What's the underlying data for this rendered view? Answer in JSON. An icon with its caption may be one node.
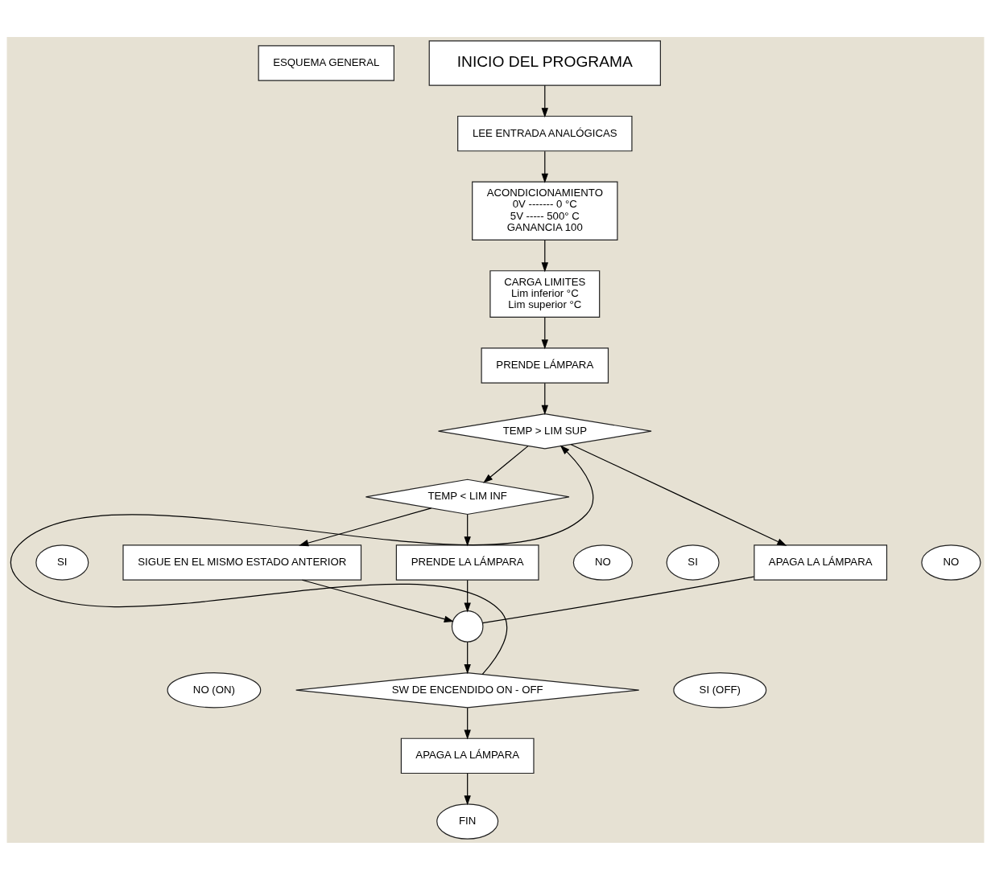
{
  "diagram": {
    "nodes": [
      {
        "text": [
          "INICIO DEL PROGRAMA"
        ]
      },
      {
        "text": [
          "ESQUEMA GENERAL"
        ]
      },
      {
        "text": [
          "LEE ENTRADA ANALÓGICAS"
        ]
      },
      {
        "text": [
          "ACONDICIONAMIENTO",
          "0V ------- 0 °C",
          "5V ----- 500° C",
          "GANANCIA 100"
        ]
      },
      {
        "text": [
          "CARGA LIMITES",
          "Lim inferior °C",
          "Lim superior °C"
        ]
      },
      {
        "text": [
          "PRENDE LÁMPARA"
        ]
      },
      {
        "text": [
          "TEMP > LIM SUP"
        ]
      },
      {
        "text": [
          "SI"
        ]
      },
      {
        "text": [
          "NO"
        ]
      },
      {
        "text": [
          "APAGA LA LÁMPARA"
        ]
      },
      {
        "text": [
          "TEMP < LIM INF"
        ]
      },
      {
        "text": [
          "SI"
        ]
      },
      {
        "text": [
          "NO"
        ]
      },
      {
        "text": [
          "SIGUE EN EL MISMO ESTADO ANTERIOR"
        ]
      },
      {
        "text": [
          "PRENDE LA LÁMPARA"
        ]
      },
      {
        "text": [],
        "shape": "circle"
      },
      {
        "text": [
          "NO (ON)"
        ]
      },
      {
        "text": [
          "SI (OFF)"
        ]
      },
      {
        "text": [
          "SW DE ENCENDIDO ON - OFF"
        ]
      },
      {
        "text": [
          "APAGA LA LÁMPARA"
        ]
      },
      {
        "text": [
          "FIN"
        ]
      }
    ],
    "edges": [
      {
        "from": 0,
        "to": 2,
        "arrow": "to"
      },
      {
        "from": 2,
        "to": 3,
        "arrow": "to"
      },
      {
        "from": 3,
        "to": 4,
        "arrow": "to"
      },
      {
        "from": 4,
        "to": 5,
        "arrow": "to"
      },
      {
        "from": 5,
        "to": 6,
        "arrow": "to"
      },
      {
        "from": 6,
        "to": 9,
        "arrow": "to"
      },
      {
        "from": 6,
        "to": 10,
        "arrow": "to"
      },
      {
        "from": 10,
        "to": 13,
        "arrow": "to"
      },
      {
        "from": 10,
        "to": 14,
        "arrow": "to"
      },
      {
        "from": 9,
        "to": 15,
        "arrow": "none"
      },
      {
        "from": 13,
        "to": 15,
        "arrow": "to"
      },
      {
        "from": 14,
        "to": 15,
        "arrow": "to"
      },
      {
        "from": 15,
        "to": 18,
        "arrow": "to"
      },
      {
        "from": 18,
        "to": 6,
        "arrow": "to"
      },
      {
        "from": 18,
        "to": 19,
        "arrow": "to"
      },
      {
        "from": 19,
        "to": 20,
        "arrow": "to"
      }
    ]
  }
}
